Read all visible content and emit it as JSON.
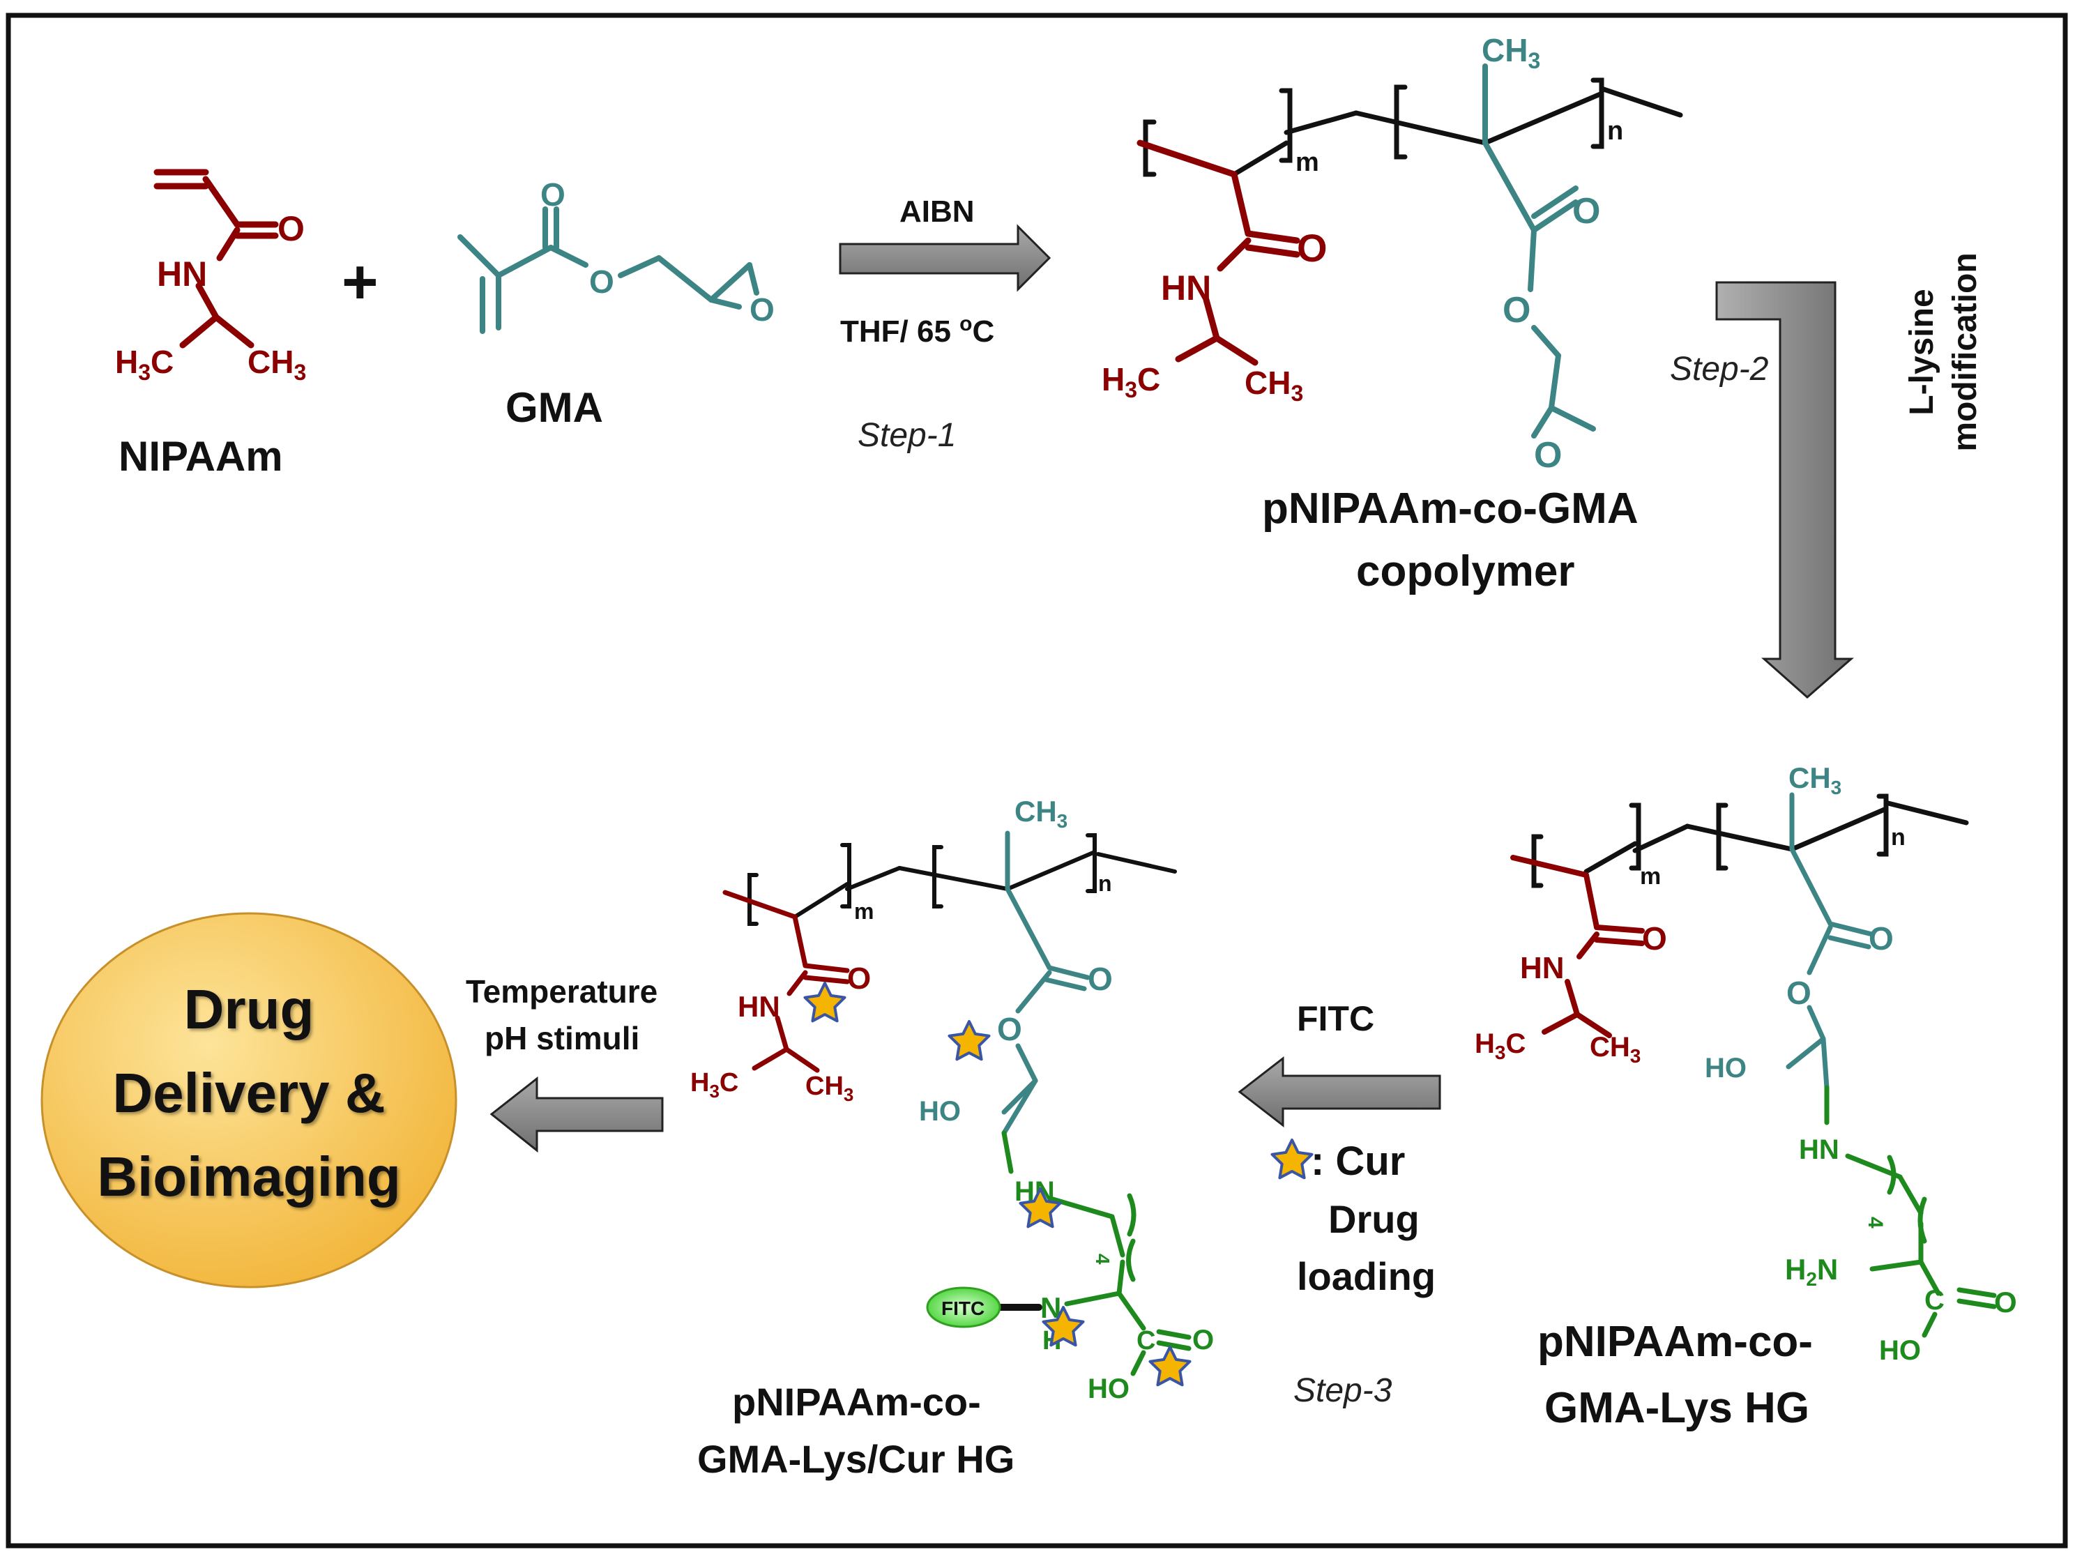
{
  "colors": {
    "nipaam": "#8b0000",
    "gma": "#3d8585",
    "lysine": "#1e8a1e",
    "backbone": "#111111",
    "arrow_fill": "#8c8c8c",
    "star_fill": "#f4b400",
    "star_stroke": "#3a55a4",
    "bubble_fill": "#f7c85a",
    "fitc_fill": "#59e24a"
  },
  "reactants": {
    "nipaam_name": "NIPAAm",
    "plus": "+",
    "gma_name": "GMA",
    "atoms": {
      "o": "O",
      "hn": "HN",
      "h3c": "H3C",
      "ch3": "CH3"
    }
  },
  "step1": {
    "reagent": "AIBN",
    "conditions": "THF/ 65 oC",
    "label": "Step-1"
  },
  "copolymer": {
    "name_line1": "pNIPAAm-co-GMA",
    "name_line2": "copolymer",
    "m": "m",
    "n": "n",
    "ch3": "CH3",
    "o": "O",
    "hn": "HN",
    "h3c": "H3C"
  },
  "step2": {
    "label": "Step-2",
    "reagent_line1": "L-lysine",
    "reagent_line2": "modification"
  },
  "hydrogel": {
    "name_line1": "pNIPAAm-co-",
    "name_line2": "GMA-Lys HG",
    "ho": "HO",
    "hn": "HN",
    "h2n": "H2N",
    "four": "4"
  },
  "step3": {
    "reagent": "FITC",
    "legend": ": Cur",
    "legend_line2": "Drug",
    "legend_line3": "loading",
    "label": "Step-3"
  },
  "loaded_gel": {
    "name_line1": "pNIPAAm-co-",
    "name_line2": "GMA-Lys/Cur HG",
    "fitc_tag": "FITC",
    "n_atom": "N",
    "h_atom": "H",
    "c_atom": "C"
  },
  "stimuli": {
    "line1": "Temperature",
    "line2": "pH stimuli"
  },
  "application": {
    "line1": "Drug",
    "line2": "Delivery &",
    "line3": "Bioimaging"
  }
}
